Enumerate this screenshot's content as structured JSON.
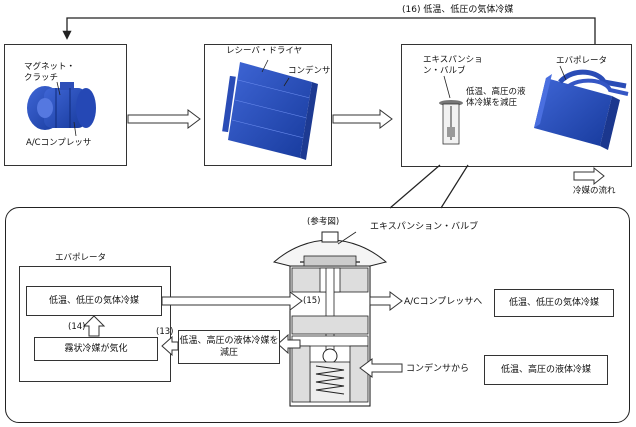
{
  "top": {
    "return_label": "(16) 低温、低圧の気体冷媒",
    "compressor_panel": {
      "magnet_clutch": "マグネット・クラッチ",
      "compressor": "A/Cコンプレッサ"
    },
    "condenser_panel": {
      "receiver_dryer": "レシーバ・ドライヤ",
      "condenser": "コンデンサ"
    },
    "evap_panel": {
      "expansion_valve": "エキスパンション・バルブ",
      "evaporator": "エバポレータ",
      "reduce_note": "低温、高圧の液体冷媒を減圧"
    },
    "legend_flow": "冷媒の流れ"
  },
  "detail": {
    "reference": "(参考図)",
    "expansion_valve": "エキスパンション・バルブ",
    "evaporator_title": "エバポレータ",
    "box_gas": "低温、低圧の気体冷媒",
    "box_mist": "霧状冷媒が気化",
    "box_reduce": "低温、高圧の液体冷媒を減圧",
    "step13": "(13)",
    "step14": "(14)",
    "step15": "(15)",
    "to_compressor": "A/Cコンプレッサへ",
    "to_compressor_state": "低温、低圧の気体冷媒",
    "from_condenser": "コンデンサから",
    "from_condenser_state": "低温、高圧の液体冷媒"
  }
}
